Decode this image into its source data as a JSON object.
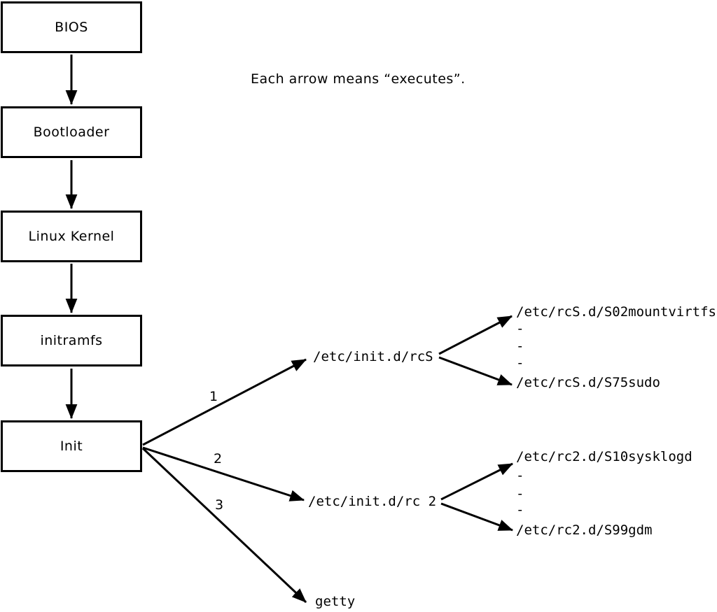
{
  "note": "Each arrow means “executes”.",
  "flow": {
    "boxes": [
      {
        "label": "BIOS"
      },
      {
        "label": "Bootloader"
      },
      {
        "label": "Linux Kernel"
      },
      {
        "label": "initramfs"
      },
      {
        "label": "Init"
      }
    ],
    "arrow_meaning": "executes"
  },
  "branches": [
    {
      "number": "1",
      "target": "/etc/init.d/rcS"
    },
    {
      "number": "2",
      "target": "/etc/init.d/rc 2"
    },
    {
      "number": "3",
      "target": "getty"
    }
  ],
  "rcS_children": {
    "first": "/etc/rcS.d/S02mountvirtfs",
    "dash1": "-",
    "dash2": "-",
    "dash3": "-",
    "last": "/etc/rcS.d/S75sudo"
  },
  "rc2_children": {
    "first": "/etc/rc2.d/S10sysklogd",
    "dash1": "-",
    "dash2": "-",
    "dash3": "-",
    "last": "/etc/rc2.d/S99gdm"
  },
  "colors": {
    "ink": "#000000",
    "background": "#ffffff"
  }
}
